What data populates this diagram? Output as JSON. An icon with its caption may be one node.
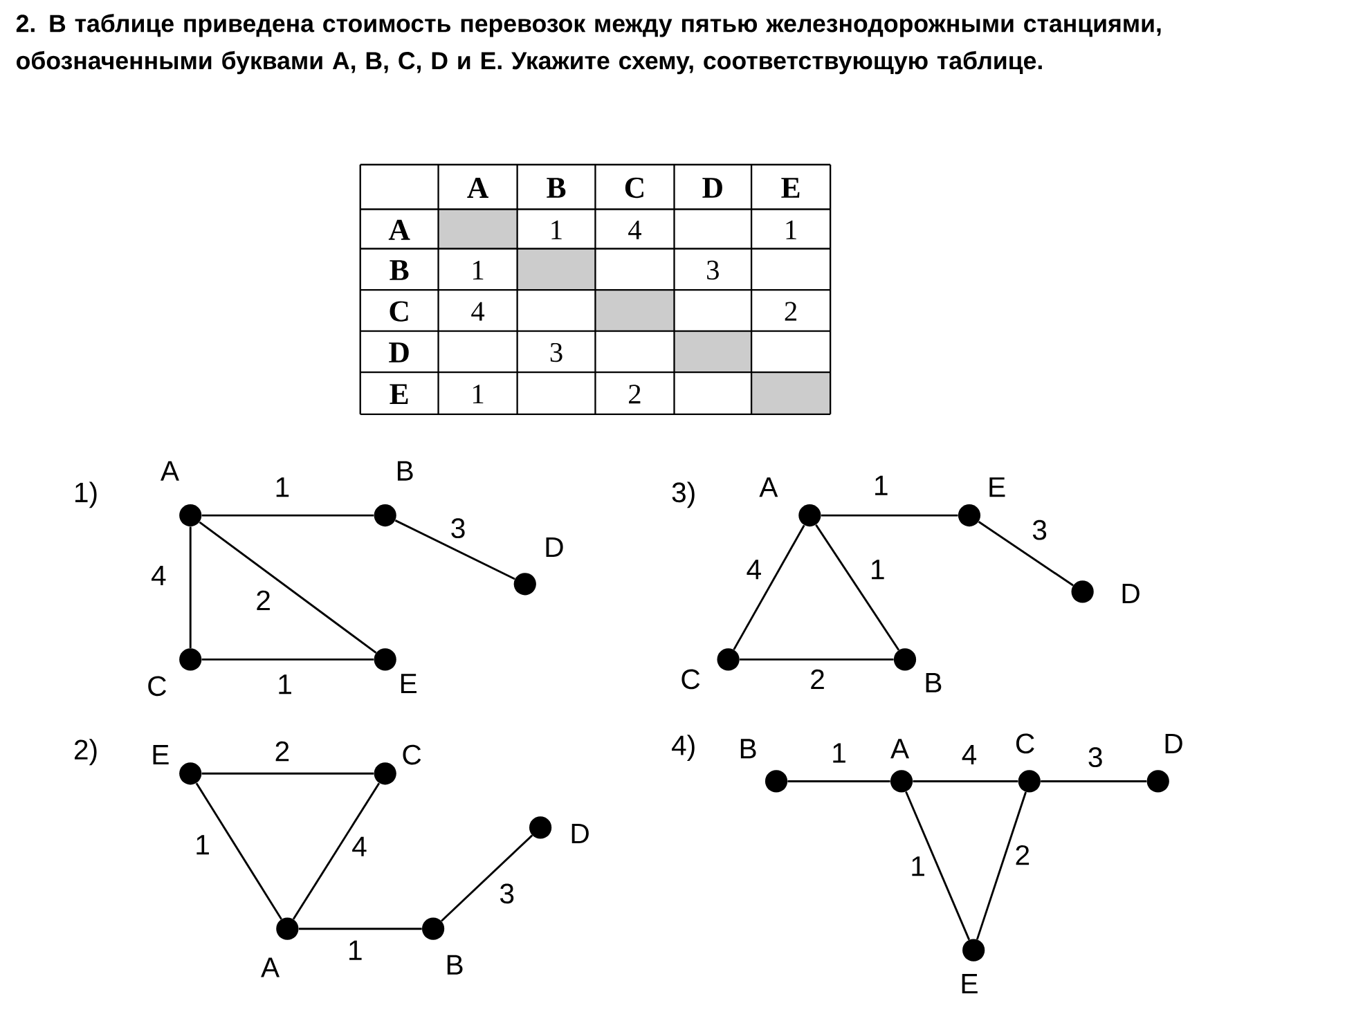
{
  "diagram": {
    "title": "2. В таблице приведена стоимость перевозок между пятью железнодорожными станциями, обозначенными буквами A, B, C, D и E. Укажите схему, соответствующую таблице.",
    "nodes": [
      {
        "text": [],
        "shape": "circle",
        "beside": [
          "A"
        ]
      },
      {
        "text": [],
        "shape": "circle",
        "beside": [
          "B"
        ]
      },
      {
        "text": [],
        "shape": "circle",
        "beside": [
          "D"
        ]
      },
      {
        "text": [],
        "shape": "circle",
        "beside": [
          "C"
        ]
      },
      {
        "text": [],
        "shape": "circle",
        "beside": [
          "E"
        ]
      },
      {
        "text": [],
        "shape": "circle",
        "beside": [
          "E"
        ]
      },
      {
        "text": [],
        "shape": "circle",
        "beside": [
          "C"
        ]
      },
      {
        "text": [],
        "shape": "circle",
        "beside": [
          "A"
        ]
      },
      {
        "text": [],
        "shape": "circle",
        "beside": [
          "B"
        ]
      },
      {
        "text": [],
        "shape": "circle",
        "beside": [
          "D"
        ]
      },
      {
        "text": [],
        "shape": "circle",
        "beside": [
          "A"
        ]
      },
      {
        "text": [],
        "shape": "circle",
        "beside": [
          "E"
        ]
      },
      {
        "text": [],
        "shape": "circle",
        "beside": [
          "D"
        ]
      },
      {
        "text": [],
        "shape": "circle",
        "beside": [
          "C"
        ]
      },
      {
        "text": [],
        "shape": "circle",
        "beside": [
          "B"
        ]
      },
      {
        "text": [],
        "shape": "circle",
        "beside": [
          "B"
        ]
      },
      {
        "text": [],
        "shape": "circle",
        "beside": [
          "A"
        ]
      },
      {
        "text": [],
        "shape": "circle",
        "beside": [
          "C"
        ]
      },
      {
        "text": [],
        "shape": "circle",
        "beside": [
          "D"
        ]
      },
      {
        "text": [],
        "shape": "circle",
        "beside": [
          "E"
        ]
      }
    ],
    "edges": [
      {
        "from": 0,
        "to": 1,
        "arrow": "none",
        "label": "1"
      },
      {
        "from": 1,
        "to": 2,
        "arrow": "none",
        "label": "3"
      },
      {
        "from": 0,
        "to": 3,
        "arrow": "none",
        "label": "4"
      },
      {
        "from": 0,
        "to": 4,
        "arrow": "none",
        "label": "2"
      },
      {
        "from": 3,
        "to": 4,
        "arrow": "none",
        "label": "1"
      },
      {
        "from": 5,
        "to": 6,
        "arrow": "none",
        "label": "2"
      },
      {
        "from": 5,
        "to": 7,
        "arrow": "none",
        "label": "1"
      },
      {
        "from": 6,
        "to": 7,
        "arrow": "none",
        "label": "4"
      },
      {
        "from": 7,
        "to": 8,
        "arrow": "none",
        "label": "1"
      },
      {
        "from": 8,
        "to": 9,
        "arrow": "none",
        "label": "3"
      },
      {
        "from": 10,
        "to": 11,
        "arrow": "none",
        "label": "1"
      },
      {
        "from": 11,
        "to": 12,
        "arrow": "none",
        "label": "3"
      },
      {
        "from": 10,
        "to": 13,
        "arrow": "none",
        "label": "4"
      },
      {
        "from": 10,
        "to": 14,
        "arrow": "none",
        "label": "1"
      },
      {
        "from": 13,
        "to": 14,
        "arrow": "none",
        "label": "2"
      },
      {
        "from": 15,
        "to": 16,
        "arrow": "none",
        "label": "1"
      },
      {
        "from": 16,
        "to": 17,
        "arrow": "none",
        "label": "4"
      },
      {
        "from": 17,
        "to": 18,
        "arrow": "none",
        "label": "3"
      },
      {
        "from": 16,
        "to": 19,
        "arrow": "none",
        "label": "1"
      },
      {
        "from": 17,
        "to": 19,
        "arrow": "none",
        "label": "2"
      }
    ],
    "labels": [
      "A",
      "B",
      "C",
      "D",
      "E",
      "A",
      "1",
      "4",
      "1",
      "B",
      "1",
      "3",
      "C",
      "4",
      "2",
      "D",
      "3",
      "E",
      "1",
      "2",
      "1)",
      "3)",
      "2)",
      "4)"
    ]
  }
}
